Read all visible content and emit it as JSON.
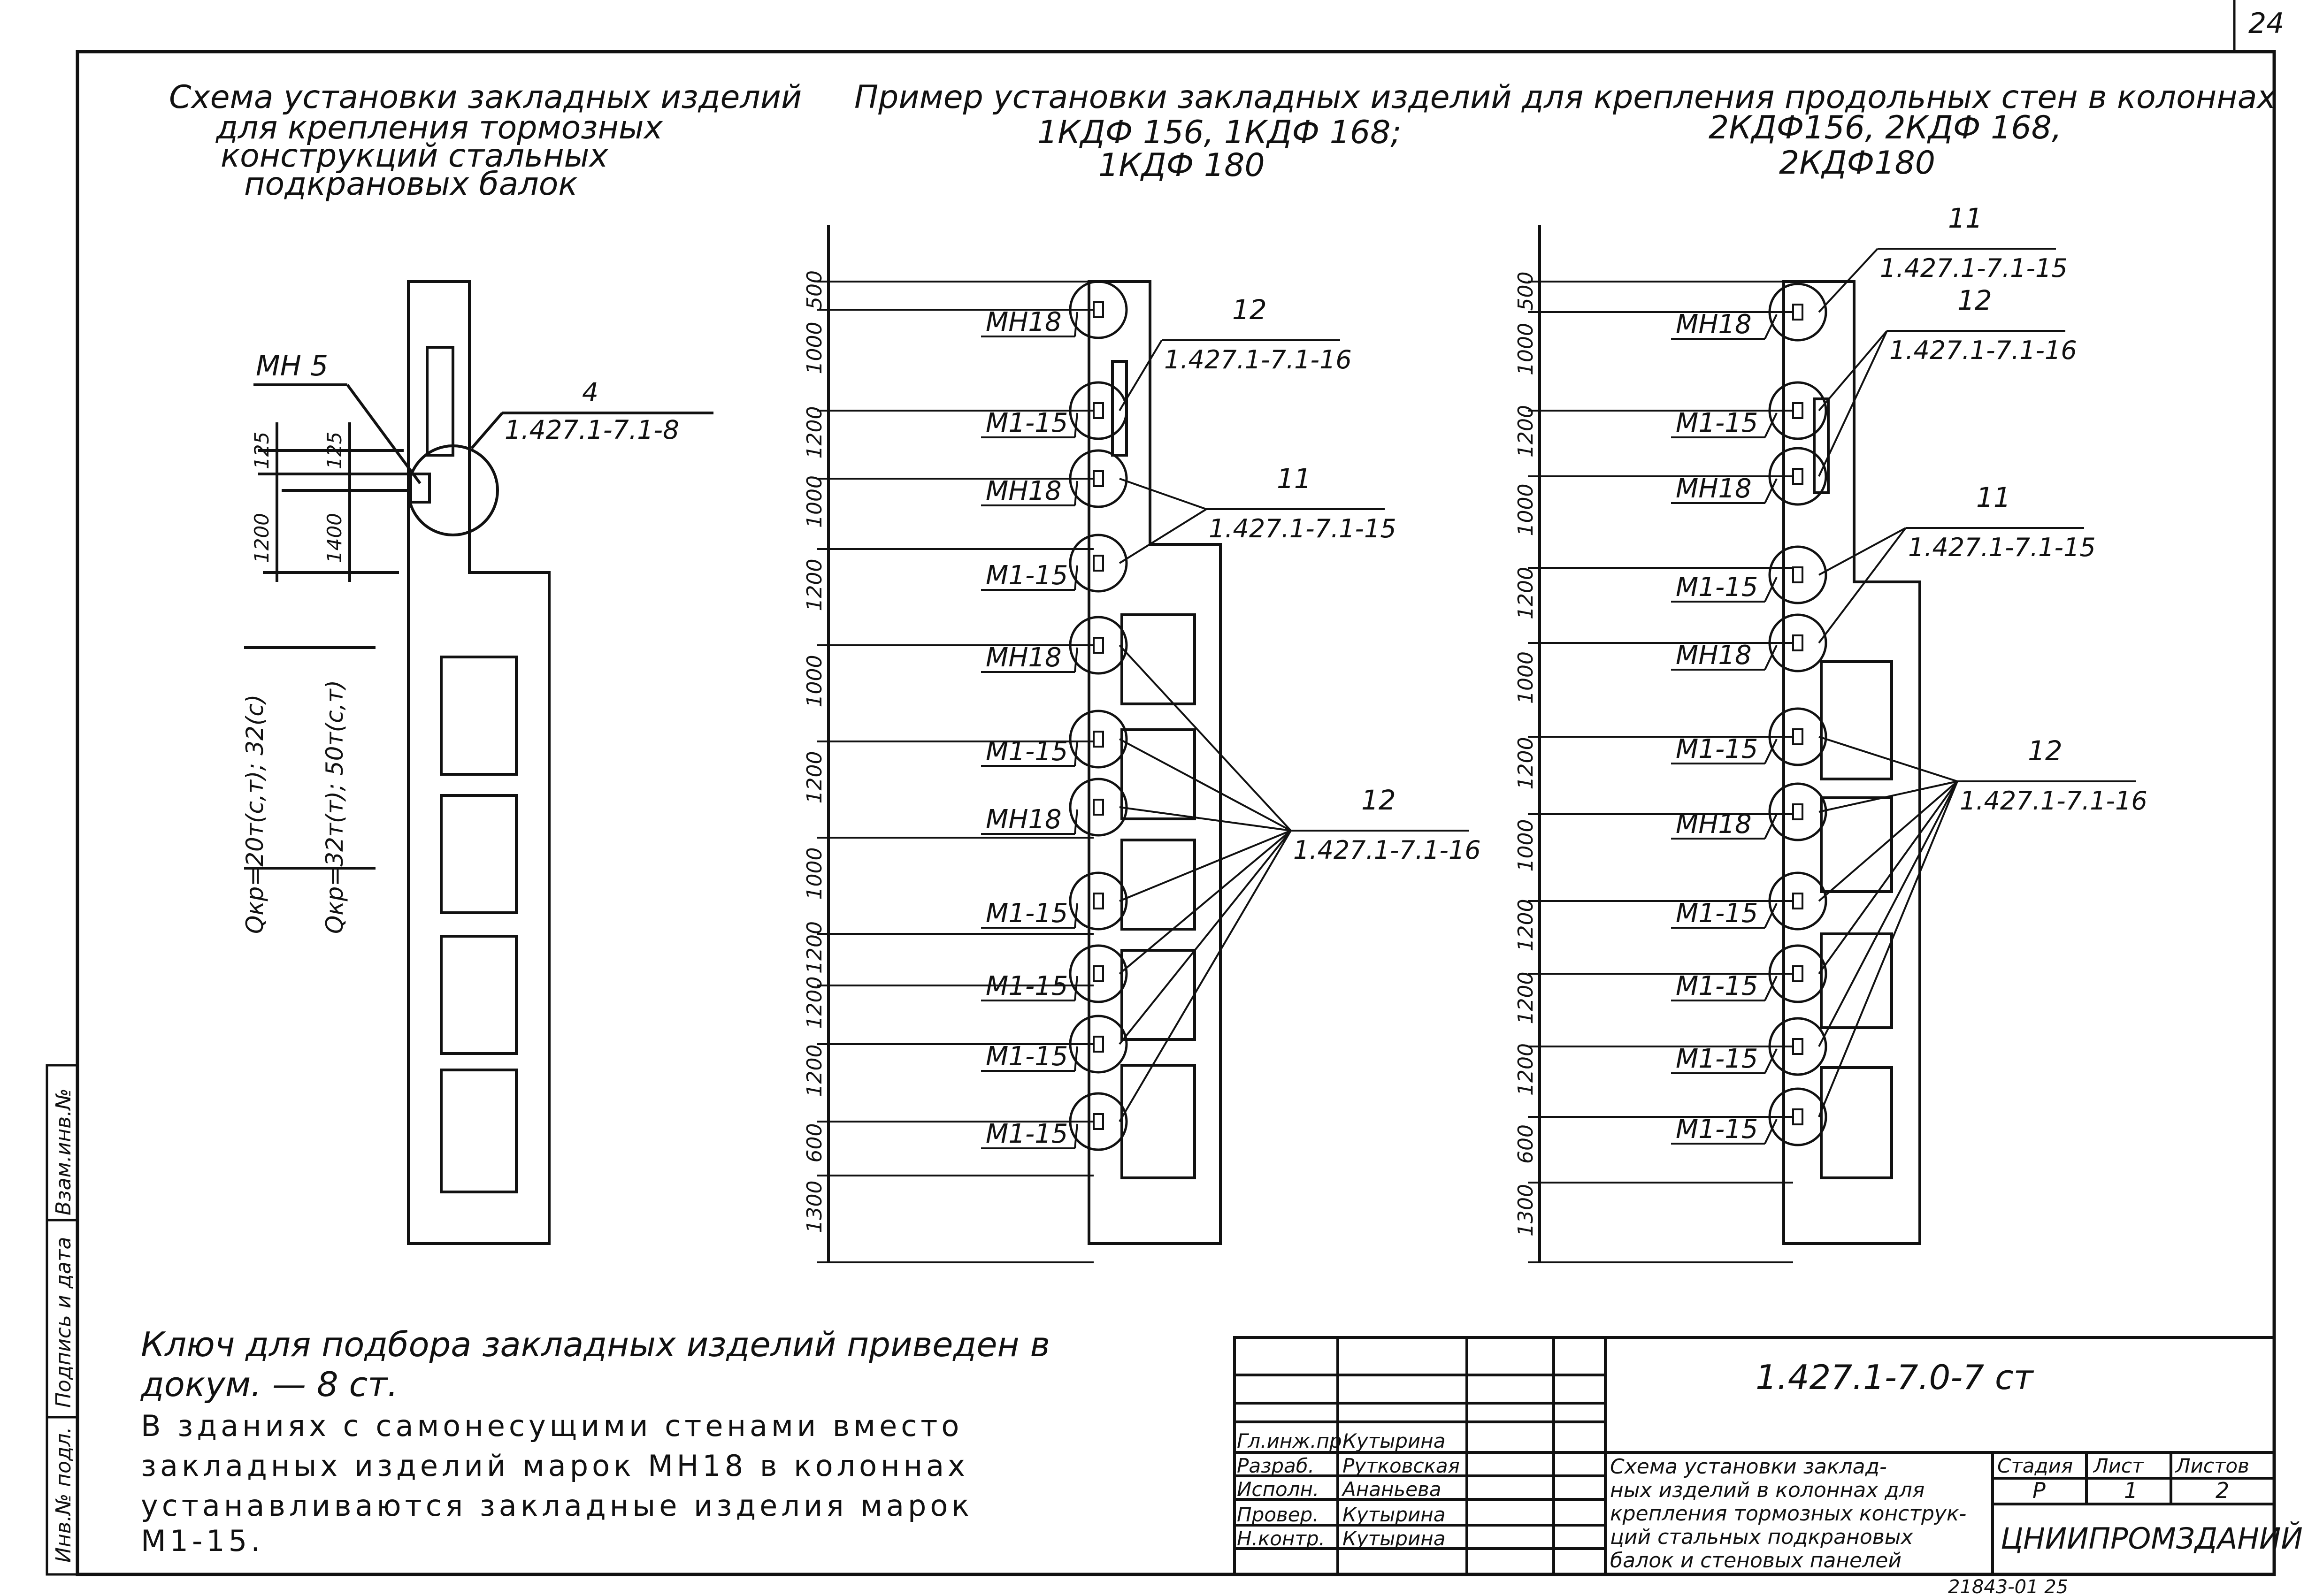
{
  "page_number": "24",
  "titles": {
    "left": [
      "Схема установки закладных изделий",
      "для крепления тормозных",
      "конструкций стальных",
      "подкрановых балок"
    ],
    "middle": "Пример установки закладных изделий для крепления продольных стен в колоннах",
    "col1_marks": [
      "1КДФ 156, 1КДФ 168;",
      "1КДФ 180"
    ],
    "col2_marks": [
      "2КДФ156, 2КДФ 168,",
      "2КДФ180"
    ]
  },
  "left_scheme": {
    "item_label": "МН 5",
    "callout_number": "4",
    "callout_ref": "1.427.1-7.1-8",
    "dims": [
      "125",
      "125",
      "1200",
      "1400"
    ],
    "loads": [
      "Qкр=20т(с,т); 32(с)",
      "Qкр=32т(т); 50т(с,т)"
    ]
  },
  "column1": {
    "dims": [
      "500",
      "1000",
      "1200",
      "1000",
      "1200",
      "1000",
      "1200",
      "1000",
      "1200",
      "1200",
      "1200",
      "600",
      "1300"
    ],
    "labels": [
      "МН18",
      "М1-15",
      "МН18",
      "М1-15",
      "МН18",
      "М1-15",
      "МН18",
      "М1-15",
      "М1-15",
      "М1-15",
      "М1-15"
    ],
    "callouts": [
      {
        "number": "12",
        "ref": "1.427.1-7.1-16"
      },
      {
        "number": "11",
        "ref": "1.427.1-7.1-15"
      },
      {
        "number": "12",
        "ref": "1.427.1-7.1-16"
      }
    ]
  },
  "column2": {
    "dims": [
      "500",
      "1000",
      "1200",
      "1000",
      "1200",
      "1000",
      "1200",
      "1000",
      "1200",
      "1200",
      "1200",
      "600",
      "1300"
    ],
    "labels": [
      "МН18",
      "М1-15",
      "МН18",
      "М1-15",
      "МН18",
      "М1-15",
      "МН18",
      "М1-15",
      "М1-15",
      "М1-15",
      "М1-15"
    ],
    "callouts": [
      {
        "number": "11",
        "ref": "1.427.1-7.1-15"
      },
      {
        "number": "12",
        "ref": "1.427.1-7.1-16"
      },
      {
        "number": "11",
        "ref": "1.427.1-7.1-15"
      },
      {
        "number": "12",
        "ref": "1.427.1-7.1-16"
      }
    ]
  },
  "notes": {
    "key": [
      "Ключ для подбора закладных изделий приведен в",
      "докум. — 8 ст."
    ],
    "body": [
      "В зданиях с самонесущими стенами вместо",
      "закладных изделий марок МН18 в колоннах",
      "устанавливаются закладные изделия марок",
      "М1-15."
    ]
  },
  "side_stamp": [
    "Инв.№ подл.",
    "Подпись и дата",
    "Взам.инв.№"
  ],
  "title_block": {
    "doc_code": "1.427.1-7.0-7 ст",
    "staff": [
      {
        "role": "Гл.инж.пр.",
        "name": "Кутырина"
      },
      {
        "role": "Разраб.",
        "name": "Рутковская"
      },
      {
        "role": "Исполн.",
        "name": "Ананьева"
      },
      {
        "role": "Провер.",
        "name": "Кутырина"
      },
      {
        "role": "Н.контр.",
        "name": "Кутырина"
      }
    ],
    "description": [
      "Схема установки заклад-",
      "ных изделий в колоннах для",
      "крепления тормозных конструк-",
      "ций стальных подкрановых",
      "балок и стеновых панелей"
    ],
    "stage_label": "Стадия",
    "stage": "Р",
    "sheet_label": "Лист",
    "sheet": "1",
    "sheets_label": "Листов",
    "sheets": "2",
    "organization": "ЦНИИПРОМЗДАНИЙ"
  },
  "footer_code": "21843-01  25"
}
